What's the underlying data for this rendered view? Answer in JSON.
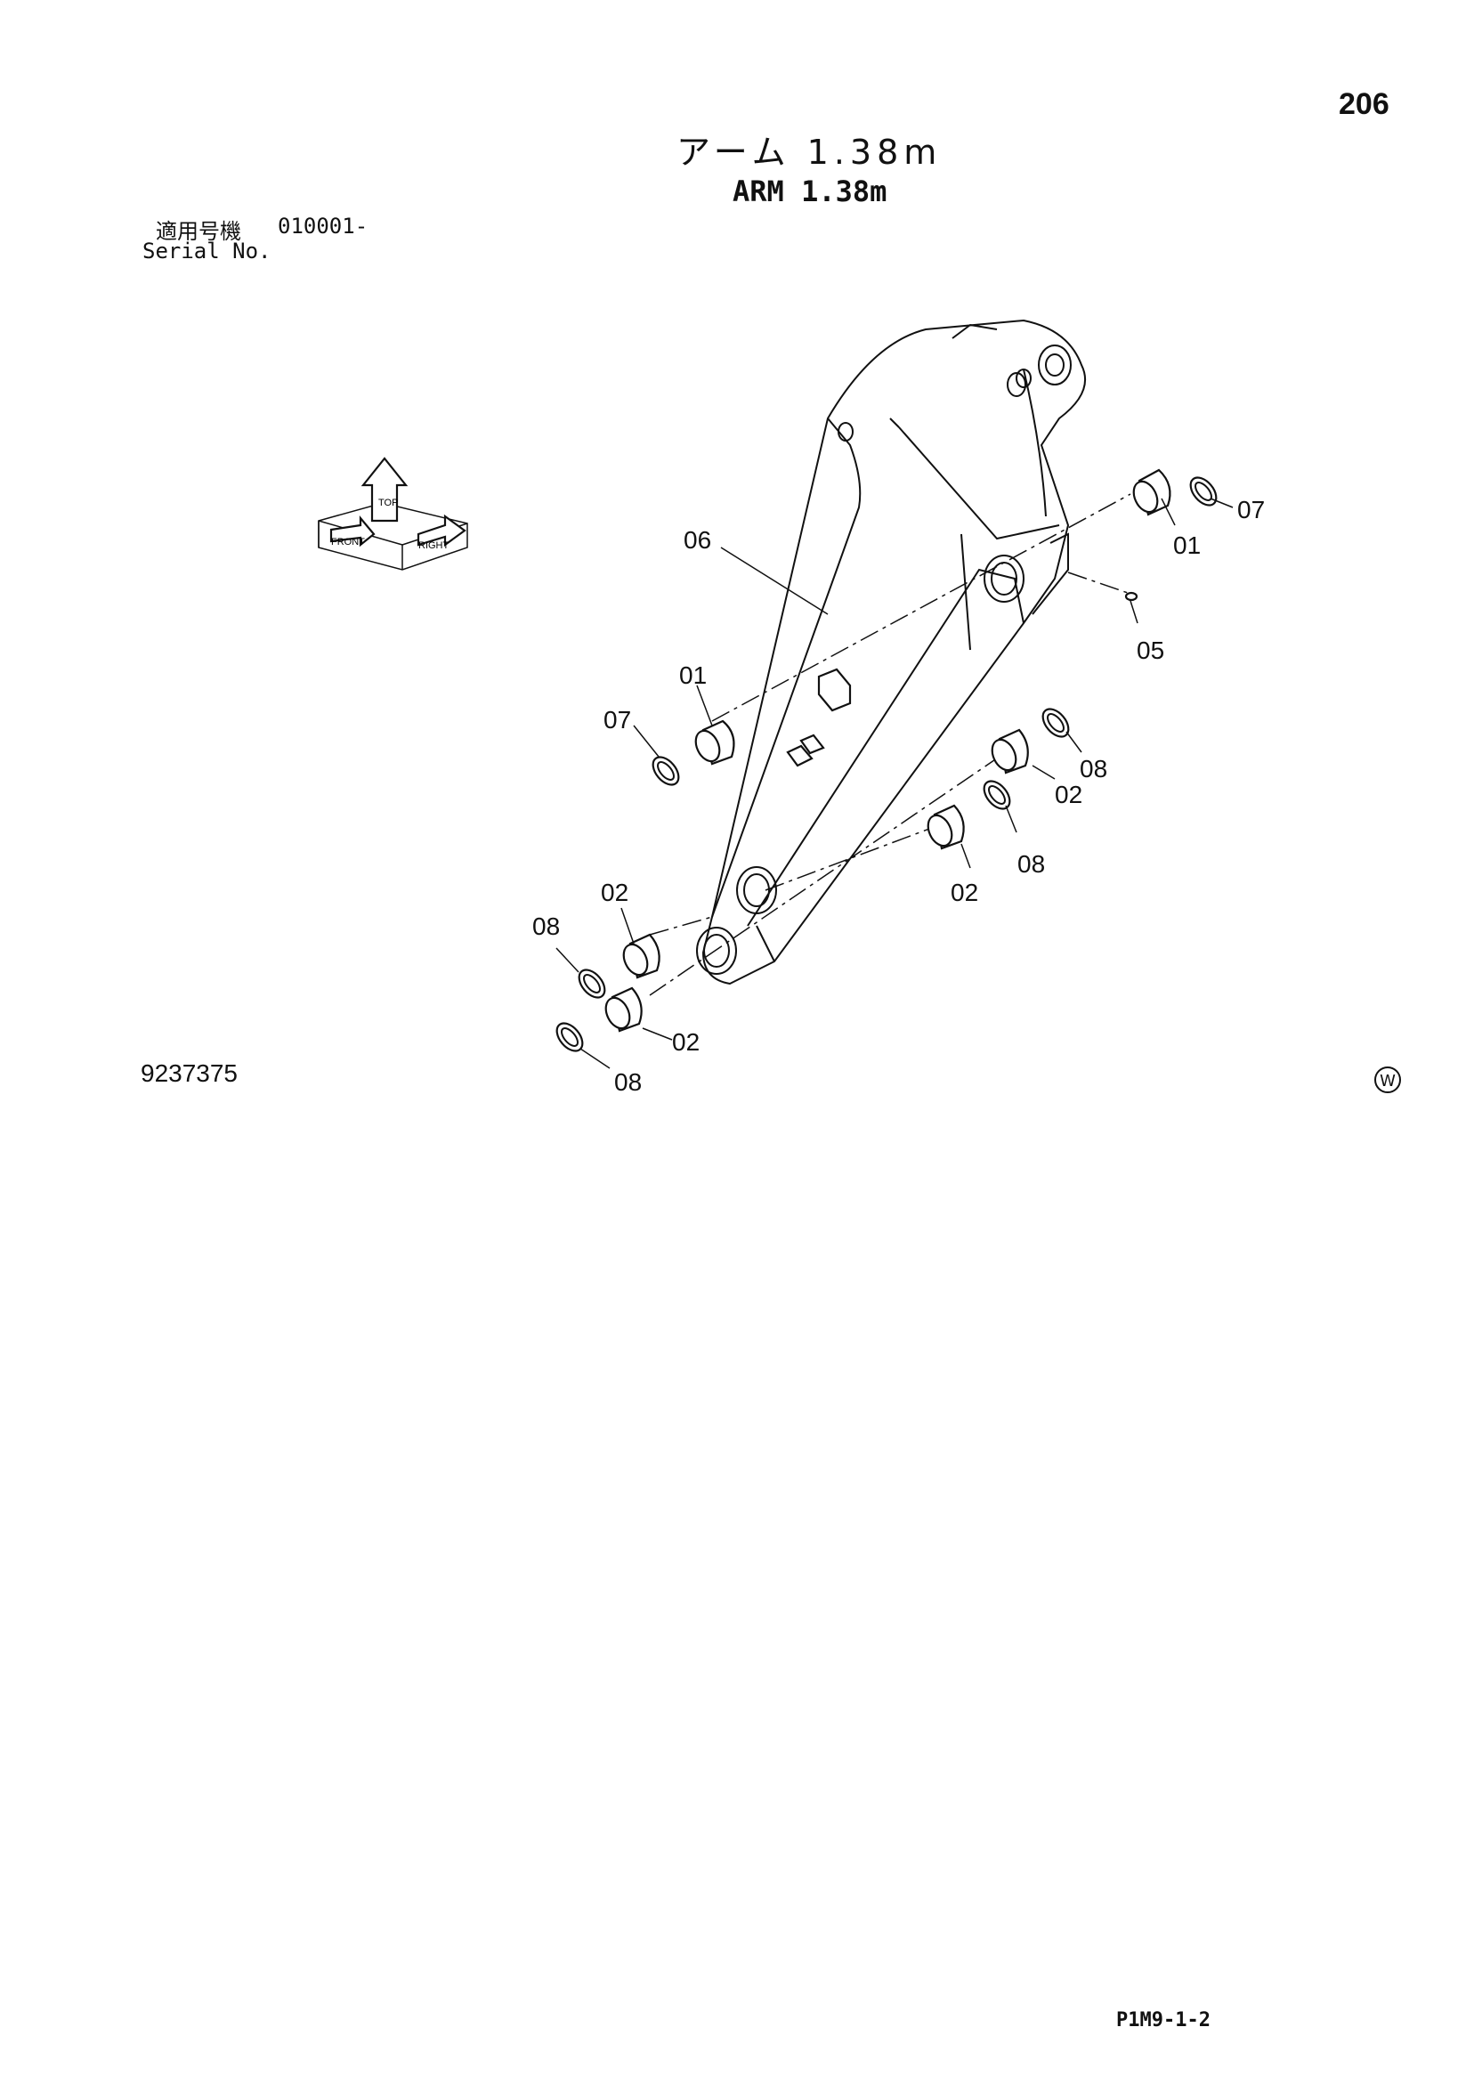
{
  "page_number": "206",
  "title_jp": "アーム 1.38m",
  "title_en": "ARM 1.38m",
  "serial": {
    "label_jp": "適用号機",
    "code": "010001-",
    "label_en": "Serial No."
  },
  "orientation": {
    "top": "TOP",
    "front": "FRONT",
    "right": "RIGHT"
  },
  "drawing_number": "9237375",
  "footer_code": "P1M9-1-2",
  "corner_mark": "W",
  "callouts": {
    "c06": "06",
    "c01a": "01",
    "c07a": "07",
    "c05": "05",
    "c01b": "01",
    "c07b": "07",
    "c08a": "08",
    "c02a": "02",
    "c08b": "08",
    "c02b": "02",
    "c02c": "02",
    "c08c": "08",
    "c02d": "02",
    "c08d": "08"
  }
}
